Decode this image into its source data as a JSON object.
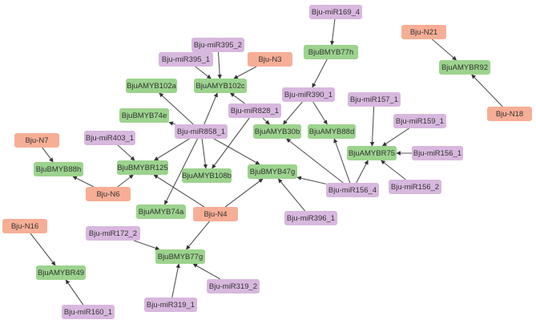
{
  "colors": {
    "mirna": "#D8B8DE",
    "myb": "#9CD38E",
    "lncrna": "#F7AE96",
    "edge": "#555555"
  },
  "nodes": [
    {
      "id": "Bju-miR169_4",
      "type": "mirna"
    },
    {
      "id": "BjuBMYB77h",
      "type": "myb"
    },
    {
      "id": "Bju-N21",
      "type": "lncrna"
    },
    {
      "id": "BjuAMYBR92",
      "type": "myb"
    },
    {
      "id": "Bju-N18",
      "type": "lncrna"
    },
    {
      "id": "Bju-miR395_2",
      "type": "mirna"
    },
    {
      "id": "Bju-miR395_1",
      "type": "mirna"
    },
    {
      "id": "Bju-N3",
      "type": "lncrna"
    },
    {
      "id": "BjuAMYB102a",
      "type": "myb"
    },
    {
      "id": "BjuAMYB102c",
      "type": "myb"
    },
    {
      "id": "Bju-miR390_1",
      "type": "mirna"
    },
    {
      "id": "Bju-miR828_1",
      "type": "mirna"
    },
    {
      "id": "BjuBMYB74e",
      "type": "myb"
    },
    {
      "id": "Bju-miR157_1",
      "type": "mirna"
    },
    {
      "id": "Bju-miR858_1",
      "type": "mirna"
    },
    {
      "id": "BjuAMYB30b",
      "type": "myb"
    },
    {
      "id": "BjuAMYB88d",
      "type": "myb"
    },
    {
      "id": "Bju-miR159_1",
      "type": "mirna"
    },
    {
      "id": "Bju-N7",
      "type": "lncrna"
    },
    {
      "id": "Bju-miR403_1",
      "type": "mirna"
    },
    {
      "id": "BjuAMYBR75",
      "type": "myb"
    },
    {
      "id": "Bju-miR156_1",
      "type": "mirna"
    },
    {
      "id": "BjuBMYB88h",
      "type": "myb"
    },
    {
      "id": "BjuBMYBR125",
      "type": "myb"
    },
    {
      "id": "BjuAMYB108b",
      "type": "myb"
    },
    {
      "id": "BjuBMYB47g",
      "type": "myb"
    },
    {
      "id": "Bju-miR156_2",
      "type": "mirna"
    },
    {
      "id": "Bju-N6",
      "type": "lncrna"
    },
    {
      "id": "Bju-miR156_4",
      "type": "mirna"
    },
    {
      "id": "BjuAMYB74a",
      "type": "myb"
    },
    {
      "id": "Bju-N4",
      "type": "lncrna"
    },
    {
      "id": "Bju-miR396_1",
      "type": "mirna"
    },
    {
      "id": "Bju-N16",
      "type": "lncrna"
    },
    {
      "id": "Bju-miR172_2",
      "type": "mirna"
    },
    {
      "id": "BjuBMYB77g",
      "type": "myb"
    },
    {
      "id": "BjuAMYBR49",
      "type": "myb"
    },
    {
      "id": "Bju-miR319_2",
      "type": "mirna"
    },
    {
      "id": "Bju-miR319_1",
      "type": "mirna"
    },
    {
      "id": "Bju-miR160_1",
      "type": "mirna"
    }
  ],
  "edges": [
    [
      "Bju-miR169_4",
      "BjuBMYB77h"
    ],
    [
      "BjuBMYB77h",
      "Bju-miR390_1"
    ],
    [
      "Bju-N21",
      "BjuAMYBR92"
    ],
    [
      "Bju-N18",
      "BjuAMYBR92"
    ],
    [
      "Bju-miR395_2",
      "BjuAMYB102c"
    ],
    [
      "Bju-miR395_1",
      "BjuAMYB102c"
    ],
    [
      "Bju-N3",
      "BjuAMYB102c"
    ],
    [
      "Bju-miR828_1",
      "BjuAMYB102c"
    ],
    [
      "Bju-miR858_1",
      "BjuAMYB102c"
    ],
    [
      "Bju-miR858_1",
      "BjuAMYB102a"
    ],
    [
      "Bju-miR858_1",
      "BjuBMYB74e"
    ],
    [
      "Bju-miR858_1",
      "BjuBMYBR125"
    ],
    [
      "Bju-miR858_1",
      "BjuAMYB108b"
    ],
    [
      "Bju-miR858_1",
      "BjuAMYB74a"
    ],
    [
      "Bju-miR858_1",
      "BjuBMYB47g"
    ],
    [
      "Bju-miR828_1",
      "BjuAMYB30b"
    ],
    [
      "Bju-miR828_1",
      "BjuAMYB108b"
    ],
    [
      "Bju-miR390_1",
      "BjuAMYB30b"
    ],
    [
      "Bju-miR390_1",
      "BjuAMYB88d"
    ],
    [
      "Bju-miR157_1",
      "BjuAMYBR75"
    ],
    [
      "Bju-miR159_1",
      "BjuAMYBR75"
    ],
    [
      "Bju-miR156_1",
      "BjuAMYBR75"
    ],
    [
      "Bju-miR156_2",
      "BjuAMYBR75"
    ],
    [
      "Bju-miR156_4",
      "BjuAMYBR75"
    ],
    [
      "Bju-miR156_4",
      "BjuAMYB88d"
    ],
    [
      "Bju-miR156_4",
      "BjuAMYB30b"
    ],
    [
      "Bju-miR156_4",
      "BjuBMYB47g"
    ],
    [
      "Bju-miR396_1",
      "BjuBMYB47g"
    ],
    [
      "Bju-N7",
      "BjuBMYB88h"
    ],
    [
      "Bju-N6",
      "BjuBMYB88h"
    ],
    [
      "Bju-miR403_1",
      "BjuBMYBR125"
    ],
    [
      "Bju-N6",
      "BjuBMYBR125"
    ],
    [
      "Bju-N4",
      "BjuBMYBR125"
    ],
    [
      "Bju-N4",
      "BjuBMYB47g"
    ],
    [
      "Bju-N4",
      "BjuBMYB77g"
    ],
    [
      "Bju-miR172_2",
      "BjuBMYB77g"
    ],
    [
      "Bju-miR319_2",
      "BjuBMYB77g"
    ],
    [
      "Bju-miR319_1",
      "BjuBMYB77g"
    ],
    [
      "Bju-N16",
      "BjuAMYBR49"
    ],
    [
      "Bju-miR160_1",
      "BjuAMYBR49"
    ]
  ]
}
